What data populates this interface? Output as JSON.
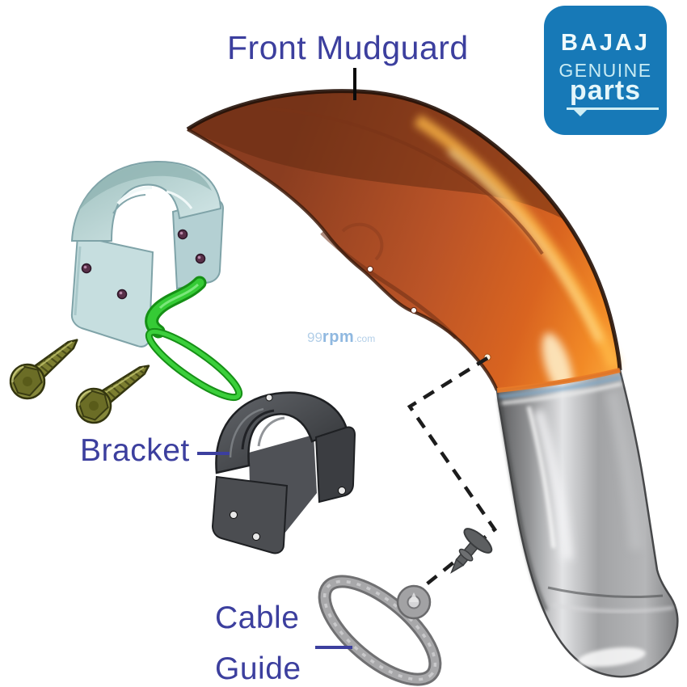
{
  "labels": {
    "front_mudguard": "Front Mudguard",
    "bracket": "Bracket",
    "cable_line1": "Cable",
    "cable_line2": "Guide"
  },
  "logo": {
    "brand": "BAJAJ",
    "genuine": "GENUINE",
    "parts": "parts"
  },
  "watermark": {
    "num": "99",
    "name": "rpm",
    "tld": ".com"
  },
  "colors": {
    "label_text": "#3c3f9e",
    "pointer_line_black": "#0a0a0a",
    "logo_background": "#1779b7",
    "logo_text": "#e4f6fa",
    "mudguard_orange": "#c05a2a",
    "mudguard_silver": "#9a9b9d",
    "clamp_teal": "#b9d6d8",
    "guide_strip_green": "#35cb35",
    "screw_olive": "#7c7e30",
    "bracket_dark_gray": "#46484c",
    "cable_guide_gray": "#a8a8aa",
    "watermark_blue": "#8fb8e0"
  }
}
